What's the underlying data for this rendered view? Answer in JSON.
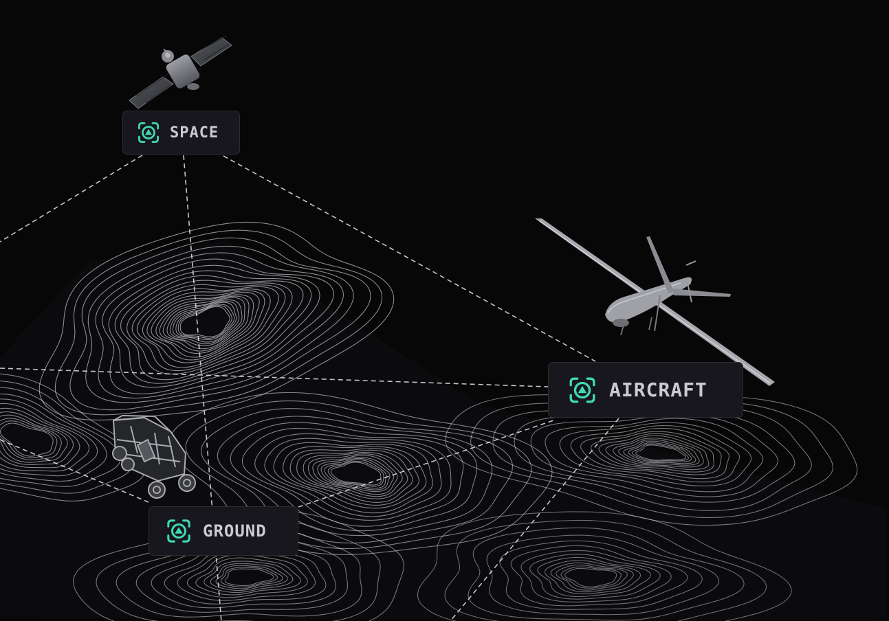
{
  "scene": {
    "background_color": "#070708",
    "contour_color": "#e6e6ec",
    "link_color": "#e8e8ee",
    "accent_color": "#3fd9b4"
  },
  "nodes": [
    {
      "id": "space",
      "label": "SPACE",
      "icon": "target-arrow-icon",
      "vehicle": "satellite"
    },
    {
      "id": "aircraft",
      "label": "AIRCRAFT",
      "icon": "target-arrow-icon",
      "vehicle": "drone"
    },
    {
      "id": "ground",
      "label": "GROUND",
      "icon": "target-arrow-icon",
      "vehicle": "ground-buggy"
    }
  ]
}
